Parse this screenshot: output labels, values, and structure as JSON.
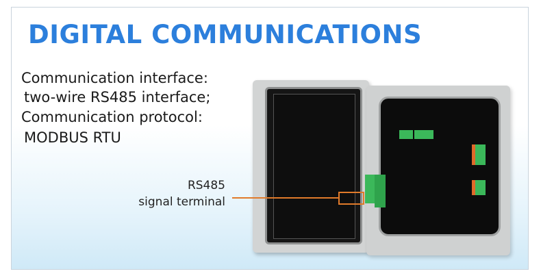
{
  "title": "DIGITAL COMMUNICATIONS",
  "description": [
    "Communication interface:",
    " two-wire RS485 interface;",
    "Communication protocol:",
    " MODBUS RTU"
  ],
  "callout": {
    "line1": "RS485",
    "line2": "signal terminal"
  },
  "colors": {
    "title": "#2c7fdc",
    "callout": "#e07a2a",
    "terminal": "#3bb85a"
  }
}
